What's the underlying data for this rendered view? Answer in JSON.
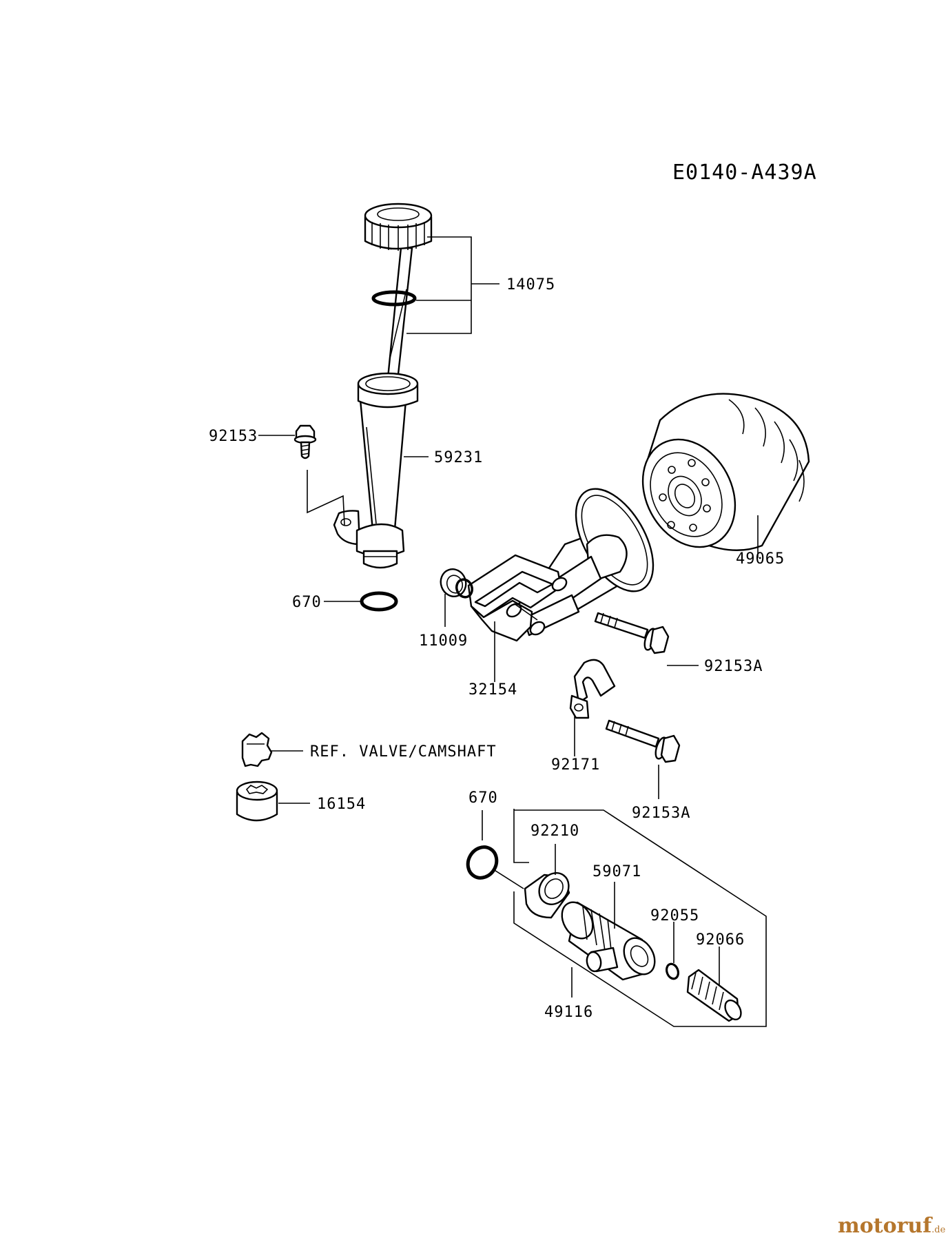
{
  "diagram": {
    "code": "E0140-A439A",
    "labels": {
      "p14075": "14075",
      "p92153_top": "92153",
      "p59231": "59231",
      "p670_top": "670",
      "p11009": "11009",
      "p32154": "32154",
      "p49065": "49065",
      "p92153A_upper": "92153A",
      "p92171": "92171",
      "p92153A_lower": "92153A",
      "ref_valve": "REF. VALVE/CAMSHAFT",
      "p16154": "16154",
      "p670_bottom": "670",
      "p92210": "92210",
      "p59071": "59071",
      "p92055": "92055",
      "p92066": "92066",
      "p49116": "49116"
    }
  },
  "watermark": {
    "main": "motoruf",
    "tld": ".de"
  }
}
